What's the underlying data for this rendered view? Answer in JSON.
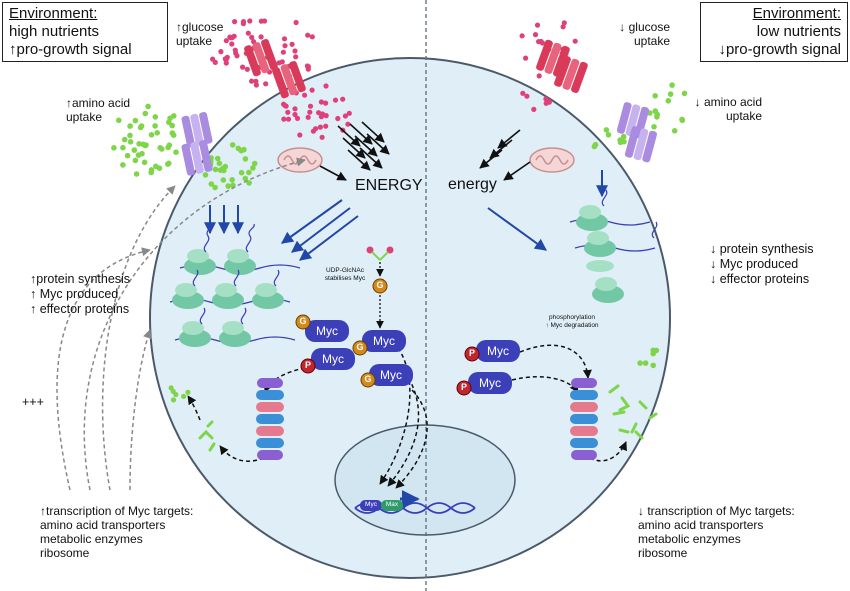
{
  "env_left": {
    "heading": "Environment:",
    "line1": "high nutrients",
    "line2": "↑pro-growth signal"
  },
  "env_right": {
    "heading": "Environment:",
    "line1": "low nutrients",
    "line2": "↓pro-growth signal"
  },
  "left": {
    "glucose_line1": "↑glucose",
    "glucose_line2": "uptake",
    "amino_line1": "↑amino acid",
    "amino_line2": "uptake",
    "energy": "ENERGY",
    "effects": [
      "↑protein synthesis",
      "↑ Myc produced",
      "↑ effector proteins"
    ],
    "plus": "+++",
    "udp_line1": "UDP-GlcNAc",
    "udp_line2": "stabilises Myc",
    "targets_title": "↑transcription of Myc targets:",
    "targets": [
      "amino acid transporters",
      "metabolic enzymes",
      "ribosome"
    ]
  },
  "right": {
    "glucose_line1": "↓ glucose",
    "glucose_line2": "uptake",
    "amino_line1": "↓ amino acid",
    "amino_line2": "uptake",
    "energy": "energy",
    "effects": [
      "↓ protein synthesis",
      "↓ Myc produced",
      "↓ effector proteins"
    ],
    "phos_line1": "phosphorylation",
    "phos_line2": "↑ Myc degradation",
    "targets_title": "↓ transcription of Myc targets:",
    "targets": [
      "amino acid transporters",
      "metabolic enzymes",
      "ribosome"
    ]
  },
  "labels": {
    "myc": "Myc",
    "max": "Max",
    "g": "G",
    "p": "P"
  },
  "colors": {
    "cell_fill": "#dfeef7",
    "cell_stroke": "#4a5a6a",
    "glucose": "#e0407a",
    "amino": "#7fd54a",
    "transporter_red": "#d93a5a",
    "transporter_purple": "#a98be0",
    "arrow_blue": "#2147a8",
    "myc": "#3b3fb8",
    "phospho": "#c0262e",
    "glcnac": "#d48a1a",
    "ribosome": "#72c8a4",
    "proteasome_pink": "#e57a8f",
    "proteasome_blue": "#3a8fd6",
    "proteasome_purple": "#8a5fd2"
  }
}
